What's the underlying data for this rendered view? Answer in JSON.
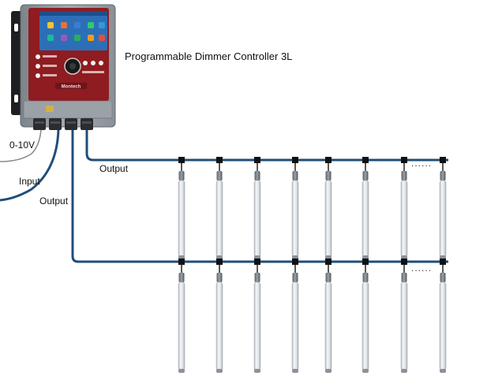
{
  "title": "Programmable Dimmer Controller 3L",
  "labels": {
    "zero_ten_v": "0-10V",
    "input": "Input",
    "output_top": "Output",
    "output_left": "Output"
  },
  "ellipsis": "......",
  "device": {
    "brand_text": "Montech",
    "screen_icon_colors": [
      "#f4c430",
      "#e8703a",
      "#3a7bd5",
      "#2ecc71",
      "#3498db",
      "#1abc9c",
      "#9b59b6",
      "#e74c3c",
      "#f39c12",
      "#27ae60"
    ]
  },
  "colors": {
    "wire": "#1f4e79",
    "housing": "#8d959b",
    "panel_red": "#8e1c20",
    "tube": "#dfe3e8"
  },
  "rows": [
    {
      "name": "row-1",
      "lamp_count": 8
    },
    {
      "name": "row-2",
      "lamp_count": 8
    }
  ]
}
